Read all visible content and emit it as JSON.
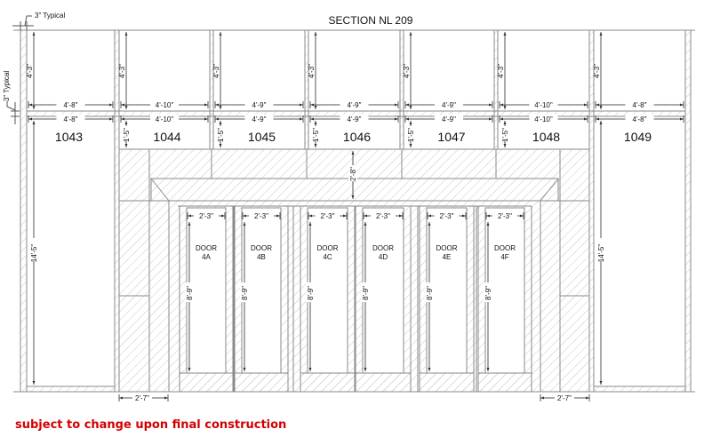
{
  "title": "SECTION NL 209",
  "typical_top": "3\" Typical",
  "typical_side": "3\" Typical",
  "rooms": [
    {
      "number": "1043",
      "upper_height": "4'-3\"",
      "width_top": "4'-8\"",
      "width_bottom": "4'-8\"",
      "full_height": "14'-5\""
    },
    {
      "number": "1044",
      "upper_height": "4'-3\"",
      "width_top": "4'-10\"",
      "width_bottom": "4'-10\"",
      "lower_height": "1'-5\""
    },
    {
      "number": "1045",
      "upper_height": "4'-3\"",
      "width_top": "4'-9\"",
      "width_bottom": "4'-9\"",
      "lower_height": "1'-5\""
    },
    {
      "number": "1046",
      "upper_height": "4'-3\"",
      "width_top": "4'-9\"",
      "width_bottom": "4'-9\"",
      "lower_height": "1'-5\""
    },
    {
      "number": "1047",
      "upper_height": "4'-3\"",
      "width_top": "4'-9\"",
      "width_bottom": "4'-9\"",
      "lower_height": "1'-5\""
    },
    {
      "number": "1048",
      "upper_height": "4'-3\"",
      "width_top": "4'-10\"",
      "width_bottom": "4'-10\"",
      "lower_height": "1'-5\""
    },
    {
      "number": "1049",
      "upper_height": "4'-3\"",
      "width_top": "4'-8\"",
      "width_bottom": "4'-8\"",
      "full_height": "14'-5\""
    }
  ],
  "header_height": "2'-8\"",
  "doors": [
    {
      "label": "DOOR",
      "id": "4A",
      "width": "2'-3\"",
      "height": "8'-9\""
    },
    {
      "label": "DOOR",
      "id": "4B",
      "width": "2'-3\"",
      "height": "8'-9\""
    },
    {
      "label": "DOOR",
      "id": "4C",
      "width": "2'-3\"",
      "height": "8'-9\""
    },
    {
      "label": "DOOR",
      "id": "4D",
      "width": "2'-3\"",
      "height": "8'-9\""
    },
    {
      "label": "DOOR",
      "id": "4E",
      "width": "2'-3\"",
      "height": "8'-9\""
    },
    {
      "label": "DOOR",
      "id": "4F",
      "width": "2'-3\"",
      "height": "8'-9\""
    }
  ],
  "pier_left": "2'-7\"",
  "pier_right": "2'-7\"",
  "note": "subject to change upon final construction",
  "colors": {
    "note": "#d40000",
    "lines": "#8a8a8a",
    "hatch": "#c8c8c8"
  }
}
